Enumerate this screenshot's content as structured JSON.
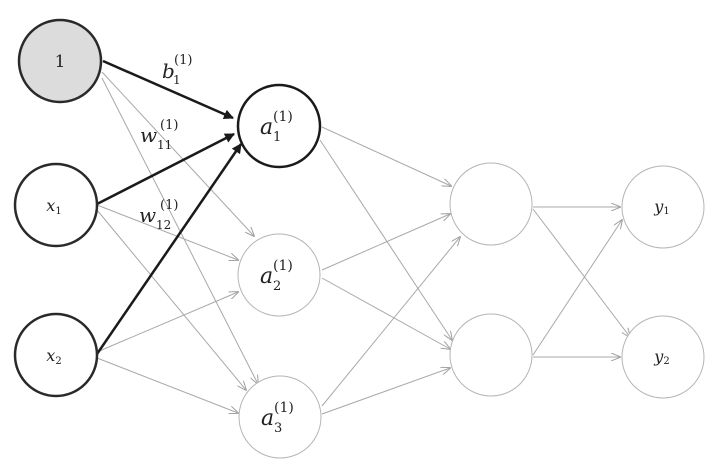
{
  "nodes": {
    "bias": {
      "label": "1",
      "highlight": true
    },
    "x1": {
      "label": "x",
      "sub": "1"
    },
    "x2": {
      "label": "x",
      "sub": "2"
    },
    "a1": {
      "label": "a",
      "sub": "1",
      "sup": "(1)",
      "highlight": true
    },
    "a2": {
      "label": "a",
      "sub": "2",
      "sup": "(1)"
    },
    "a3": {
      "label": "a",
      "sub": "3",
      "sup": "(1)"
    },
    "h1": {
      "label": ""
    },
    "h2": {
      "label": ""
    },
    "y1": {
      "label": "y",
      "sub": "1"
    },
    "y2": {
      "label": "y",
      "sub": "2"
    }
  },
  "edge_labels": {
    "b": {
      "label": "b",
      "sub": "1",
      "sup": "(1)"
    },
    "w11": {
      "label": "w",
      "sub": "11",
      "sup": "(1)"
    },
    "w12": {
      "label": "w",
      "sub": "12",
      "sup": "(1)"
    }
  },
  "colors": {
    "highlight_stroke": "#1a1a1a",
    "normal_stroke": "#b3b3b3",
    "bias_fill": "#dcdcdc",
    "text": "#222222"
  }
}
